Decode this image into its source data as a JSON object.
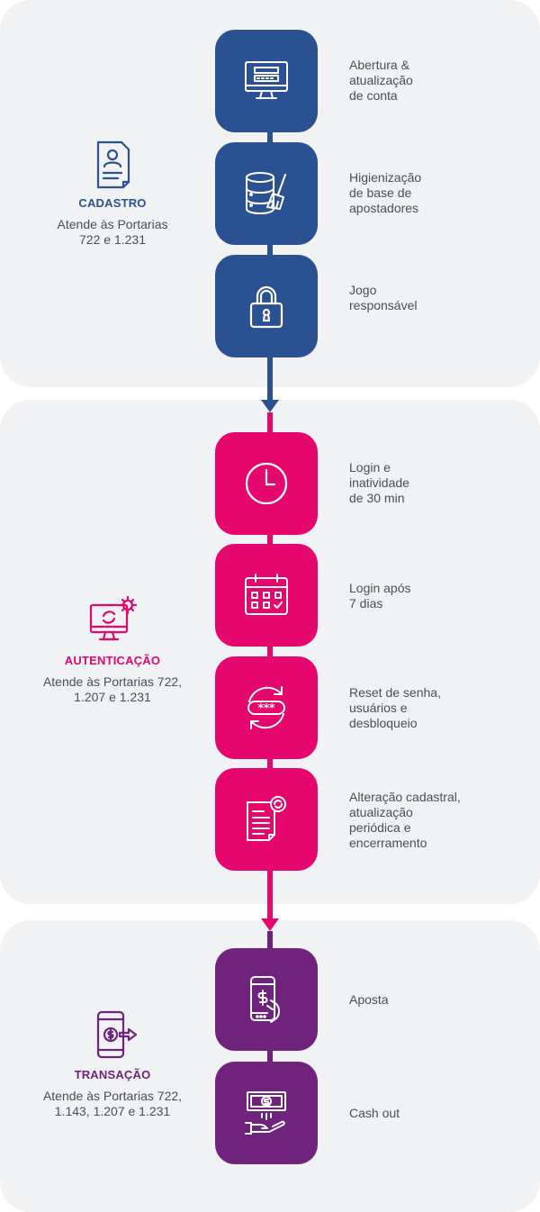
{
  "colors": {
    "blue": "#2a5192",
    "pink": "#e5066e",
    "purple": "#6f237c",
    "panel": "#f1f2f4"
  },
  "groups": [
    {
      "title": "CADASTRO",
      "description": "Atende às Portarias\n722 e 1.231",
      "icon": "document-user-icon",
      "steps": [
        {
          "label": "Abertura &\natualização\nde conta",
          "icon": "computer-login-icon"
        },
        {
          "label": "Higienização\nde base de\napostadores",
          "icon": "database-clean-icon"
        },
        {
          "label": "Jogo\nresponsável",
          "icon": "padlock-icon"
        }
      ]
    },
    {
      "title": "AUTENTICAÇÃO",
      "description": "Atende às Portarias 722,\n1.207 e 1.231",
      "icon": "monitor-sync-gear-icon",
      "steps": [
        {
          "label": "Login e\ninatividade\nde 30 min",
          "icon": "clock-icon"
        },
        {
          "label": "Login após\n7 dias",
          "icon": "calendar-icon"
        },
        {
          "label": "Reset de senha,\nusuários e\ndesbloqueio",
          "icon": "password-reset-icon"
        },
        {
          "label": "Alteração cadastral,\natualização\nperiódica e\nencerramento",
          "icon": "document-update-icon"
        }
      ]
    },
    {
      "title": "TRANSAÇÃO",
      "description": "Atende às Portarias 722,\n1.143, 1.207 e 1.231",
      "icon": "mobile-transfer-icon",
      "steps": [
        {
          "label": "Aposta",
          "icon": "mobile-payment-icon"
        },
        {
          "label": "Cash out",
          "icon": "cash-hand-icon"
        }
      ]
    }
  ]
}
